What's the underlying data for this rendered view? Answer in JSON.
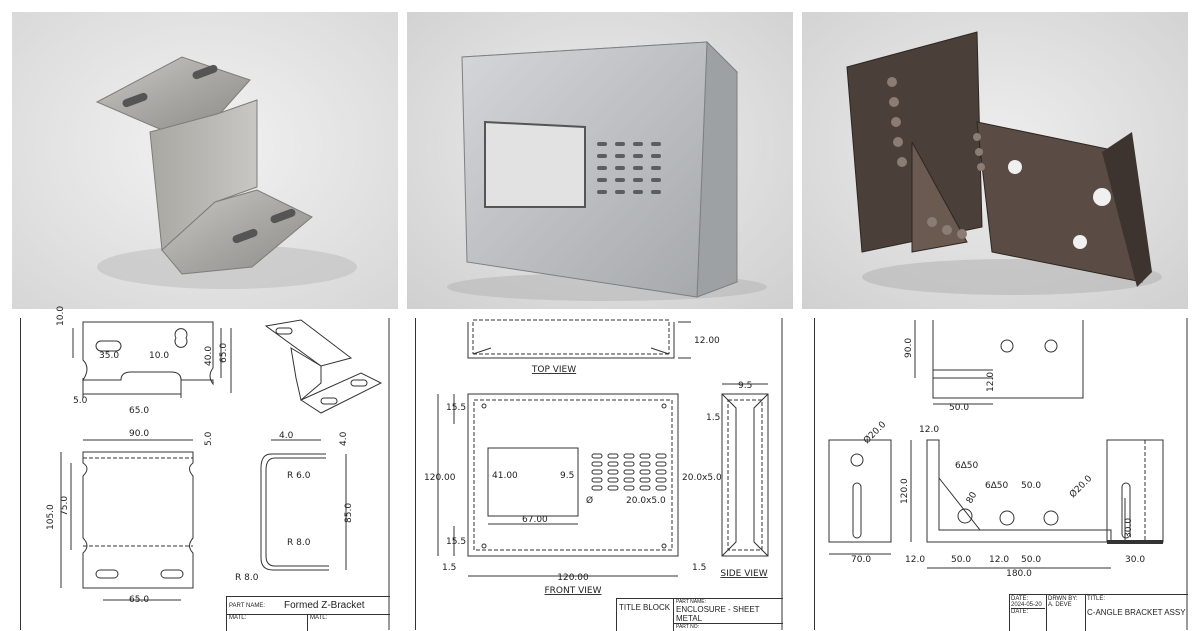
{
  "panels": [
    {
      "title": "Formed Z-Bracket",
      "title_block": {
        "part_name_label": "PART NAME:",
        "matl_label_1": "MATL:",
        "matl_label_2": "MATL:"
      },
      "dims": {
        "d_10": "10.0",
        "d_35": "35.0",
        "d_10b": "10.0",
        "d_40": "40.0",
        "d_65a": "65.0",
        "d_5": "5.0",
        "d_65b": "65.0",
        "d_90": "90.0",
        "d_5b": "5.0",
        "d_105": "105.0",
        "d_75": "75.0",
        "d_65c": "65.0",
        "d_4a": "4.0",
        "d_4b": "4.0",
        "r6": "R 6.0",
        "d_85": "85.0",
        "r8a": "R 8.0",
        "r8b": "R 8.0"
      }
    },
    {
      "title": "ENCLOSURE - SHEET METAL",
      "title_block": {
        "title_block_label": "TITLE BLOCK",
        "part_name_label": "PART NAME:",
        "part_no_label": "PART NO:"
      },
      "views": {
        "top": "TOP VIEW",
        "front": "FRONT VIEW",
        "side": "SIDE VIEW"
      },
      "dims": {
        "d_12": "12.00",
        "d_155a": "15.5",
        "d_155b": "15.5",
        "d_120h": "120.00",
        "d_41": "41.00",
        "d_95": "9.5",
        "d_67": "67.00",
        "d_20x5a": "20.0x5.0",
        "d_20x5b": "20.0x5.0",
        "dia": "Ø",
        "d_15a": "1.5",
        "d_15b": "1.5",
        "d_120w": "120.00",
        "d_95side": "9.5",
        "d_15side": "1.5"
      }
    },
    {
      "title": "C-ANGLE BRACKET ASSY",
      "title_block": {
        "date_label": "DATE:",
        "date": "2024-05-20",
        "drawn_label": "DRWN BY:",
        "drawn": "A. DEVE",
        "title_label": "TITLE:",
        "date_label2": "DATE:"
      },
      "dims": {
        "d_90": "90.0",
        "d_50a": "50.0",
        "d_12a": "12.0",
        "dia20a": "Ø20.0",
        "d_70": "70.0",
        "d_12b": "12.0",
        "d_120": "120.0",
        "d_6x50a": "6∆50",
        "d_80": "80",
        "d_6x50b": "6∆50",
        "d_50b": "50.0",
        "dia20b": "Ø20.0",
        "d_30a": "30.0",
        "d_12c": "12.0",
        "d_50c": "50.0",
        "d_12d": "12.0",
        "d_50d": "50.0",
        "d_180": "180.0",
        "d_30b": "30.0"
      }
    }
  ]
}
